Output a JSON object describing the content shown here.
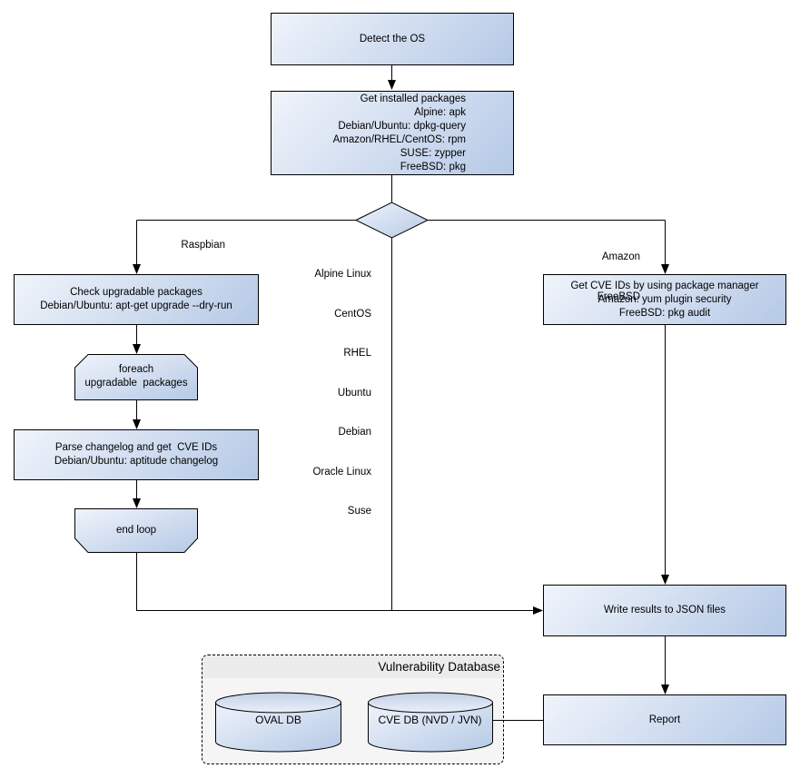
{
  "nodes": {
    "detect_os": {
      "label": "Detect the OS"
    },
    "get_packages": {
      "lines": [
        "Get installed packages",
        "Alpine: apk",
        "Debian/Ubuntu: dpkg-query",
        "Amazon/RHEL/CentOS: rpm",
        "SUSE: zypper",
        "FreeBSD: pkg"
      ]
    },
    "check_upgradable": {
      "lines": [
        "Check upgradable packages",
        "Debian/Ubuntu: apt-get upgrade --dry-run"
      ]
    },
    "foreach_loop": {
      "lines": [
        "foreach",
        "upgradable  packages"
      ]
    },
    "parse_changelog": {
      "lines": [
        "Parse changelog and get  CVE IDs",
        "Debian/Ubuntu: aptitude changelog"
      ]
    },
    "end_loop": {
      "label": "end loop"
    },
    "get_cve_ids": {
      "lines": [
        "Get CVE IDs by using package manager",
        "Amazon: yum plugin security",
        "FreeBSD: pkg audit"
      ]
    },
    "write_results": {
      "label": "Write results to JSON files"
    },
    "report": {
      "label": "Report"
    },
    "oval_db": {
      "label": "OVAL DB"
    },
    "cve_db": {
      "label": "CVE DB (NVD / JVN)"
    }
  },
  "edge_labels": {
    "raspbian": "Raspbian",
    "amazon_freebsd": [
      "Amazon",
      "FreeBSD"
    ],
    "os_list": [
      "Alpine Linux",
      "CentOS",
      "RHEL",
      "Ubuntu",
      "Debian",
      "Oracle Linux",
      "Suse"
    ]
  },
  "containers": {
    "vulndb_title": "Vulnerability Database"
  },
  "colors": {
    "node_fill_light": "#f0f4fb",
    "node_fill_dark": "#b5c9e6",
    "node_border": "#000000",
    "connector": "#000000",
    "container_fill": "#f5f5f5",
    "container_header": "#ececec",
    "canvas_background": "#ffffff"
  }
}
